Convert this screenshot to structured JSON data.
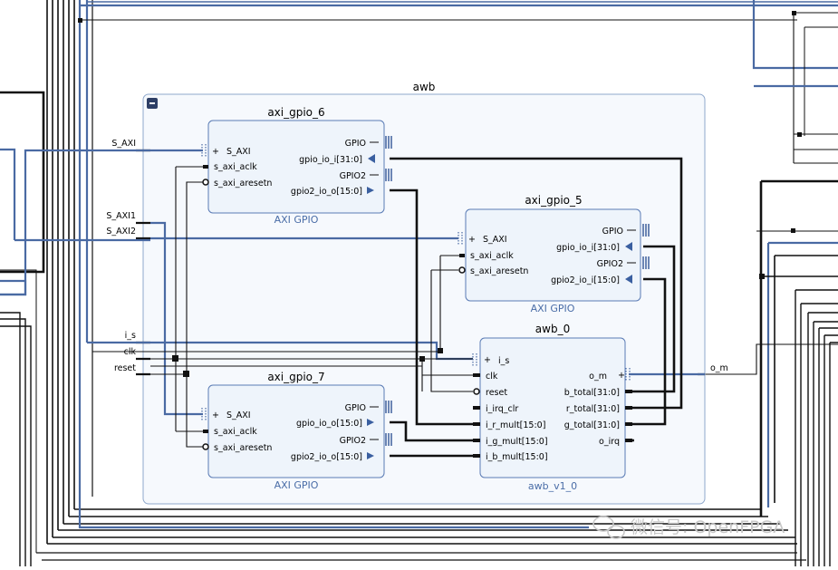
{
  "diagram": {
    "hierarchy_block": {
      "title": "awb",
      "collapse_symbol": "−"
    },
    "external_ports": {
      "s_axi": "S_AXI",
      "s_axi1": "S_AXI1",
      "s_axi2": "S_AXI2",
      "i_s": "i_s",
      "clk": "clk",
      "reset": "reset",
      "o_m": "o_m"
    },
    "blocks": {
      "axi_gpio_6": {
        "name": "axi_gpio_6",
        "type": "AXI GPIO",
        "inputs": [
          "S_AXI",
          "s_axi_aclk",
          "s_axi_aresetn"
        ],
        "outputs": [
          "GPIO",
          "gpio_io_i[31:0]",
          "GPIO2",
          "gpio2_io_o[15:0]"
        ]
      },
      "axi_gpio_5": {
        "name": "axi_gpio_5",
        "type": "AXI GPIO",
        "inputs": [
          "S_AXI",
          "s_axi_aclk",
          "s_axi_aresetn"
        ],
        "outputs": [
          "GPIO",
          "gpio_io_i[31:0]",
          "GPIO2",
          "gpio2_io_i[15:0]"
        ]
      },
      "axi_gpio_7": {
        "name": "axi_gpio_7",
        "type": "AXI GPIO",
        "inputs": [
          "S_AXI",
          "s_axi_aclk",
          "s_axi_aresetn"
        ],
        "outputs": [
          "GPIO",
          "gpio_io_o[15:0]",
          "GPIO2",
          "gpio2_io_o[15:0]"
        ]
      },
      "awb_0": {
        "name": "awb_0",
        "type": "awb_v1_0",
        "inputs": [
          "i_s",
          "clk",
          "reset",
          "i_irq_clr",
          "i_r_mult[15:0]",
          "i_g_mult[15:0]",
          "i_b_mult[15:0]"
        ],
        "outputs": [
          "o_m",
          "b_total[31:0]",
          "r_total[31:0]",
          "g_total[31:0]",
          "o_irq"
        ]
      }
    },
    "watermark": "微信号: OpenFPGA"
  },
  "colors": {
    "bus": "#4a6aa3",
    "wire": "#111111",
    "block_fill": "#eef4fb",
    "block_border": "#5a7bb5",
    "hier_fill": "#f6f9fd",
    "hier_border": "#8fa8cc",
    "caption": "#4a6da7"
  }
}
